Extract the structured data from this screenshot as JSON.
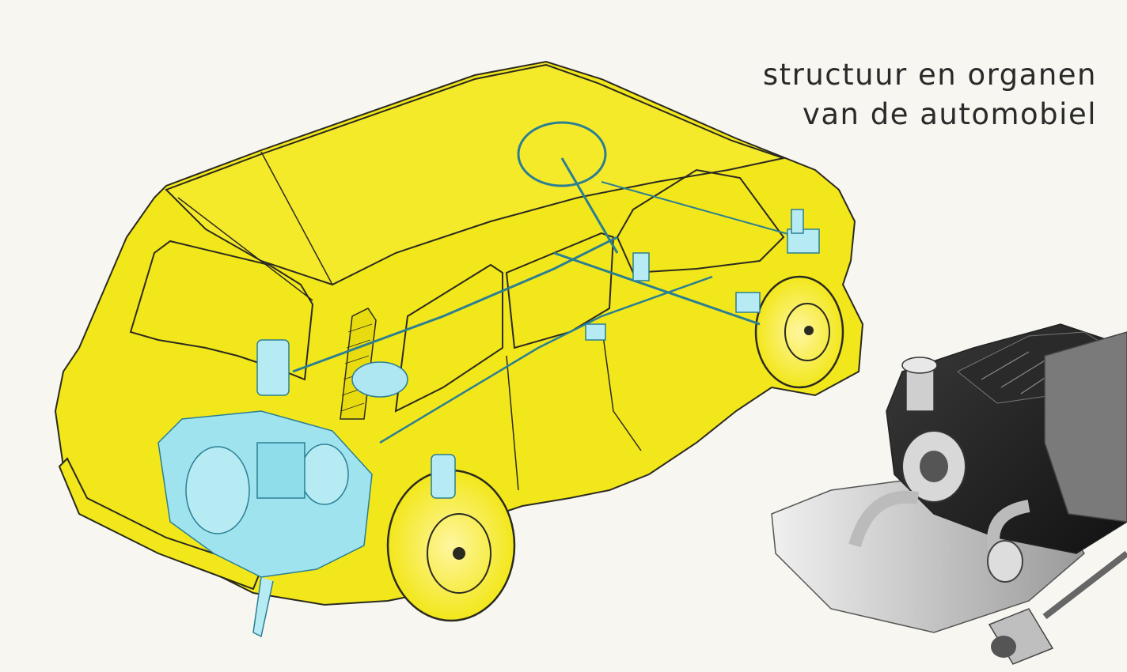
{
  "heading": {
    "line1": "structuur en organen",
    "line2": "van de automobiel"
  },
  "illustration": {
    "subject": "car-cutaway",
    "body_color": "#f2e71a",
    "mechanics_color": "#7fd3e6",
    "outline_color": "#2b2a20"
  },
  "photo": {
    "subject": "engine-photo"
  }
}
